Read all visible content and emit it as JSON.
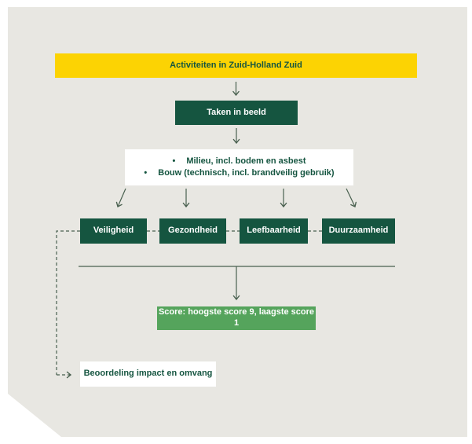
{
  "colors": {
    "page_bg": "#ffffff",
    "panel_bg": "#e8e7e2",
    "yellow": "#fcd303",
    "dark_green": "#155540",
    "score_green": "#55a45c",
    "line": "#49604f"
  },
  "diagram": {
    "activities": {
      "label": "Activiteiten in Zuid-Holland Zuid"
    },
    "tasks_overview": {
      "label": "Taken in beeld"
    },
    "task_list": {
      "bullet": "•",
      "items": [
        "Milieu, incl. bodem en asbest",
        "Bouw (technisch, incl. brandveilig gebruik)"
      ]
    },
    "pillars": [
      {
        "label": "Veiligheid"
      },
      {
        "label": "Gezondheid"
      },
      {
        "label": "Leefbaarheid"
      },
      {
        "label": "Duurzaamheid"
      }
    ],
    "score": {
      "label": "Score: hoogste score 9, laagste score 1"
    },
    "assessment": {
      "label": "Beoordeling impact en omvang"
    }
  }
}
